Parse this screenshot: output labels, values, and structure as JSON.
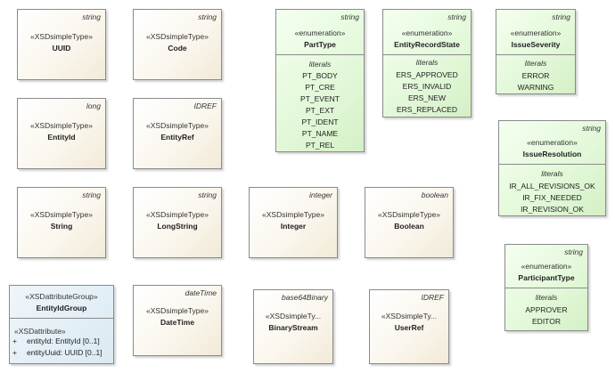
{
  "boxes": {
    "uuid": {
      "type_tag": "string",
      "stereotype": "«XSDsimpleType»",
      "name": "UUID"
    },
    "code": {
      "type_tag": "string",
      "stereotype": "«XSDsimpleType»",
      "name": "Code"
    },
    "entityid": {
      "type_tag": "long",
      "stereotype": "«XSDsimpleType»",
      "name": "EntityId"
    },
    "entityref": {
      "type_tag": "IDREF",
      "stereotype": "«XSDsimpleType»",
      "name": "EntityRef"
    },
    "string": {
      "type_tag": "string",
      "stereotype": "«XSDsimpleType»",
      "name": "String"
    },
    "longstring": {
      "type_tag": "string",
      "stereotype": "«XSDsimpleType»",
      "name": "LongString"
    },
    "integer": {
      "type_tag": "integer",
      "stereotype": "«XSDsimpleType»",
      "name": "Integer"
    },
    "boolean": {
      "type_tag": "boolean",
      "stereotype": "«XSDsimpleType»",
      "name": "Boolean"
    },
    "datetime": {
      "type_tag": "dateTime",
      "stereotype": "«XSDsimpleType»",
      "name": "DateTime"
    },
    "binarystream": {
      "type_tag": "base64Binary",
      "stereotype": "«XSDsimpleTy...",
      "name": "BinaryStream"
    },
    "userref": {
      "type_tag": "IDREF",
      "stereotype": "«XSDsimpleTy...",
      "name": "UserRef"
    },
    "parttype": {
      "type_tag": "string",
      "stereotype": "«enumeration»",
      "name": "PartType",
      "section": "literals",
      "literals": [
        "PT_BODY",
        "PT_CRE",
        "PT_EVENT",
        "PT_EXT",
        "PT_IDENT",
        "PT_NAME",
        "PT_REL"
      ]
    },
    "entityrecordstate": {
      "type_tag": "string",
      "stereotype": "«enumeration»",
      "name": "EntityRecordState",
      "section": "literals",
      "literals": [
        "ERS_APPROVED",
        "ERS_INVALID",
        "ERS_NEW",
        "ERS_REPLACED"
      ]
    },
    "issueseverity": {
      "type_tag": "string",
      "stereotype": "«enumeration»",
      "name": "IssueSeverity",
      "section": "literals",
      "literals": [
        "ERROR",
        "WARNING"
      ]
    },
    "issueresolution": {
      "type_tag": "string",
      "stereotype": "«enumeration»",
      "name": "IssueResolution",
      "section": "literals",
      "literals": [
        "IR_ALL_REVISIONS_OK",
        "IR_FIX_NEEDED",
        "IR_REVISION_OK"
      ]
    },
    "participanttype": {
      "type_tag": "string",
      "stereotype": "«enumeration»",
      "name": "ParticipantType",
      "section": "literals",
      "literals": [
        "APPROVER",
        "EDITOR"
      ]
    },
    "entityidgroup": {
      "stereotype": "«XSDattributeGroup»",
      "name": "EntityIdGroup",
      "attr_stereotype": "«XSDattribute»",
      "attributes": [
        {
          "visibility": "+",
          "text": "entityId: EntityId [0..1]"
        },
        {
          "visibility": "+",
          "text": "entityUuid: UUID [0..1]"
        }
      ]
    }
  }
}
